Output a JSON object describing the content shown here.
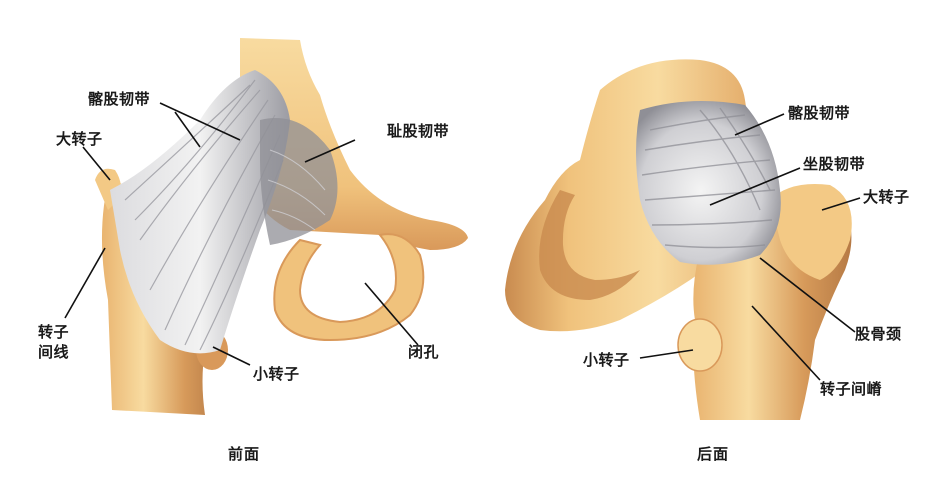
{
  "figure": {
    "panels": [
      {
        "id": "anterior",
        "caption": "前面",
        "labels": {
          "iliofemoral": "髂股韧带",
          "pubofemoral": "耻股韧带",
          "greater_trochanter": "大转子",
          "intertrochanteric_line_1": "转子",
          "intertrochanteric_line_2": "间线",
          "lesser_trochanter": "小转子",
          "obturator_foramen": "闭孔"
        }
      },
      {
        "id": "posterior",
        "caption": "后面",
        "labels": {
          "iliofemoral": "髂股韧带",
          "ischiofemoral": "坐股韧带",
          "greater_trochanter": "大转子",
          "femoral_neck": "股骨颈",
          "lesser_trochanter": "小转子",
          "intertrochanteric_crest": "转子间嵴"
        }
      }
    ],
    "colors": {
      "bone_light": "#f7d79a",
      "bone_mid": "#eebd72",
      "bone_shadow": "#c98b4f",
      "ligament_light": "#eeeeee",
      "ligament_mid": "#b9b9bd",
      "ligament_dark": "#8b8b92",
      "leader_line": "#111111"
    }
  }
}
